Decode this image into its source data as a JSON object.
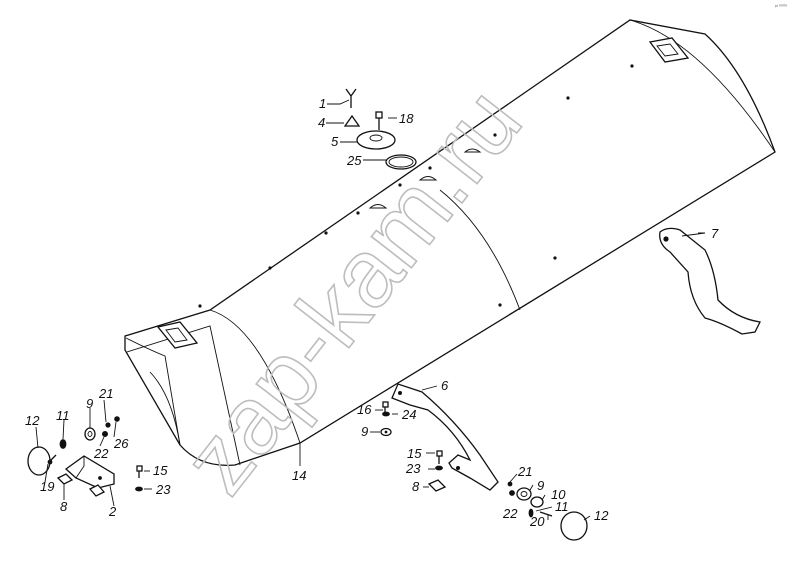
{
  "corner_mark": "ᵖᴵ ⁰⁰⁰⁰",
  "watermark": "zap-kam.ru",
  "labels": {
    "l1": "1",
    "l2": "2",
    "l4": "4",
    "l5": "5",
    "l6": "6",
    "l7": "7",
    "l8a": "8",
    "l8b": "8",
    "l9a": "9",
    "l9b": "9",
    "l9c": "9",
    "l10": "10",
    "l11a": "11",
    "l11b": "11",
    "l12a": "12",
    "l12b": "12",
    "l14": "14",
    "l15a": "15",
    "l15b": "15",
    "l16": "16",
    "l18": "18",
    "l19": "19",
    "l20": "20",
    "l21a": "21",
    "l21b": "21",
    "l22a": "22",
    "l22b": "22",
    "l23a": "23",
    "l23b": "23",
    "l24": "24",
    "l25": "25",
    "l26": "26"
  }
}
